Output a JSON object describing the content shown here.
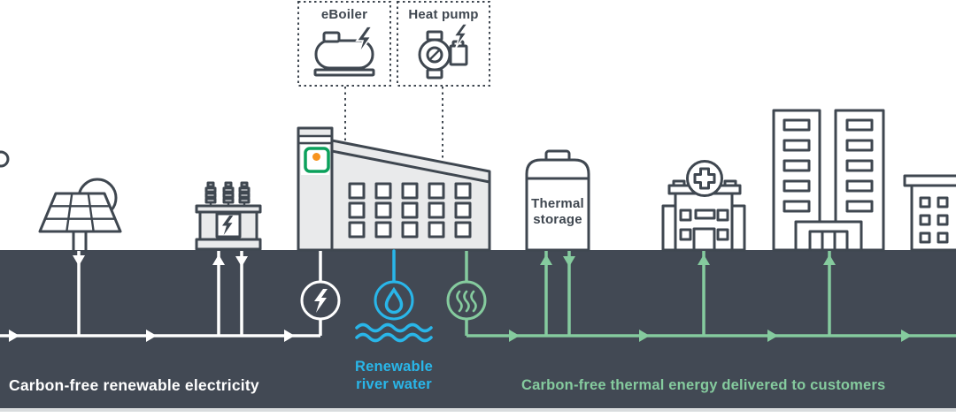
{
  "diagram": {
    "callouts": {
      "eboiler_label": "eBoiler",
      "heat_pump_label": "Heat pump"
    },
    "storage": {
      "line1": "Thermal",
      "line2": "storage"
    },
    "captions": {
      "electricity": "Carbon-free renewable electricity",
      "water_line1": "Renewable",
      "water_line2": "river water",
      "thermal": "Carbon-free thermal energy delivered to customers"
    },
    "icons": [
      "sun-icon",
      "solar-panel-icon",
      "transformer-icon",
      "lightning-bolt-icon",
      "factory-building",
      "status-indicator-dot",
      "eboiler-icon",
      "heat-pump-icon",
      "electricity-meter-icon",
      "water-drop-icon",
      "water-waves-icon",
      "heat-exchanger-icon",
      "thermal-storage-tank",
      "hospital-icon",
      "office-towers-icon",
      "apartment-building-icon"
    ],
    "colors": {
      "ink": "#3f4750",
      "ground": "#424954",
      "fill_light": "#e9eaeb",
      "electricity": "#ffffff",
      "water": "#29b6e9",
      "thermal": "#85cb9e",
      "accent_green": "#0ba15c",
      "accent_orange": "#f7941e"
    }
  }
}
